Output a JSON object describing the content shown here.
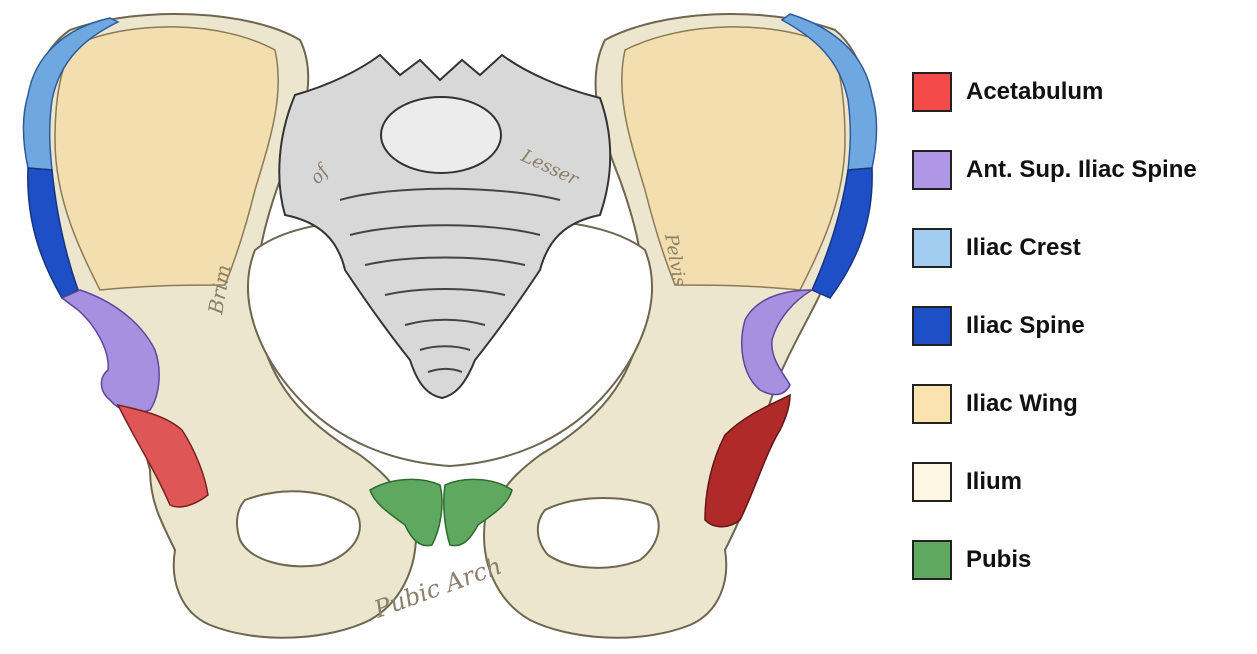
{
  "diagram": {
    "engraved_labels": {
      "brim_left": "Brim",
      "of": "of",
      "lesser": "Lesser",
      "pelvis": "Pelvis",
      "pubic_arch": "Pubic Arch"
    }
  },
  "legend": {
    "items": [
      {
        "label": "Acetabulum",
        "color": "#f44a4a"
      },
      {
        "label": "Ant. Sup. Iliac Spine",
        "color": "#b097e6"
      },
      {
        "label": "Iliac Crest",
        "color": "#a3cdf0"
      },
      {
        "label": "Iliac Spine",
        "color": "#1f4fc7"
      },
      {
        "label": "Iliac Wing",
        "color": "#fbe3b0"
      },
      {
        "label": "Ilium",
        "color": "#fdf6e3"
      },
      {
        "label": "Pubis",
        "color": "#5fa85f"
      }
    ]
  }
}
